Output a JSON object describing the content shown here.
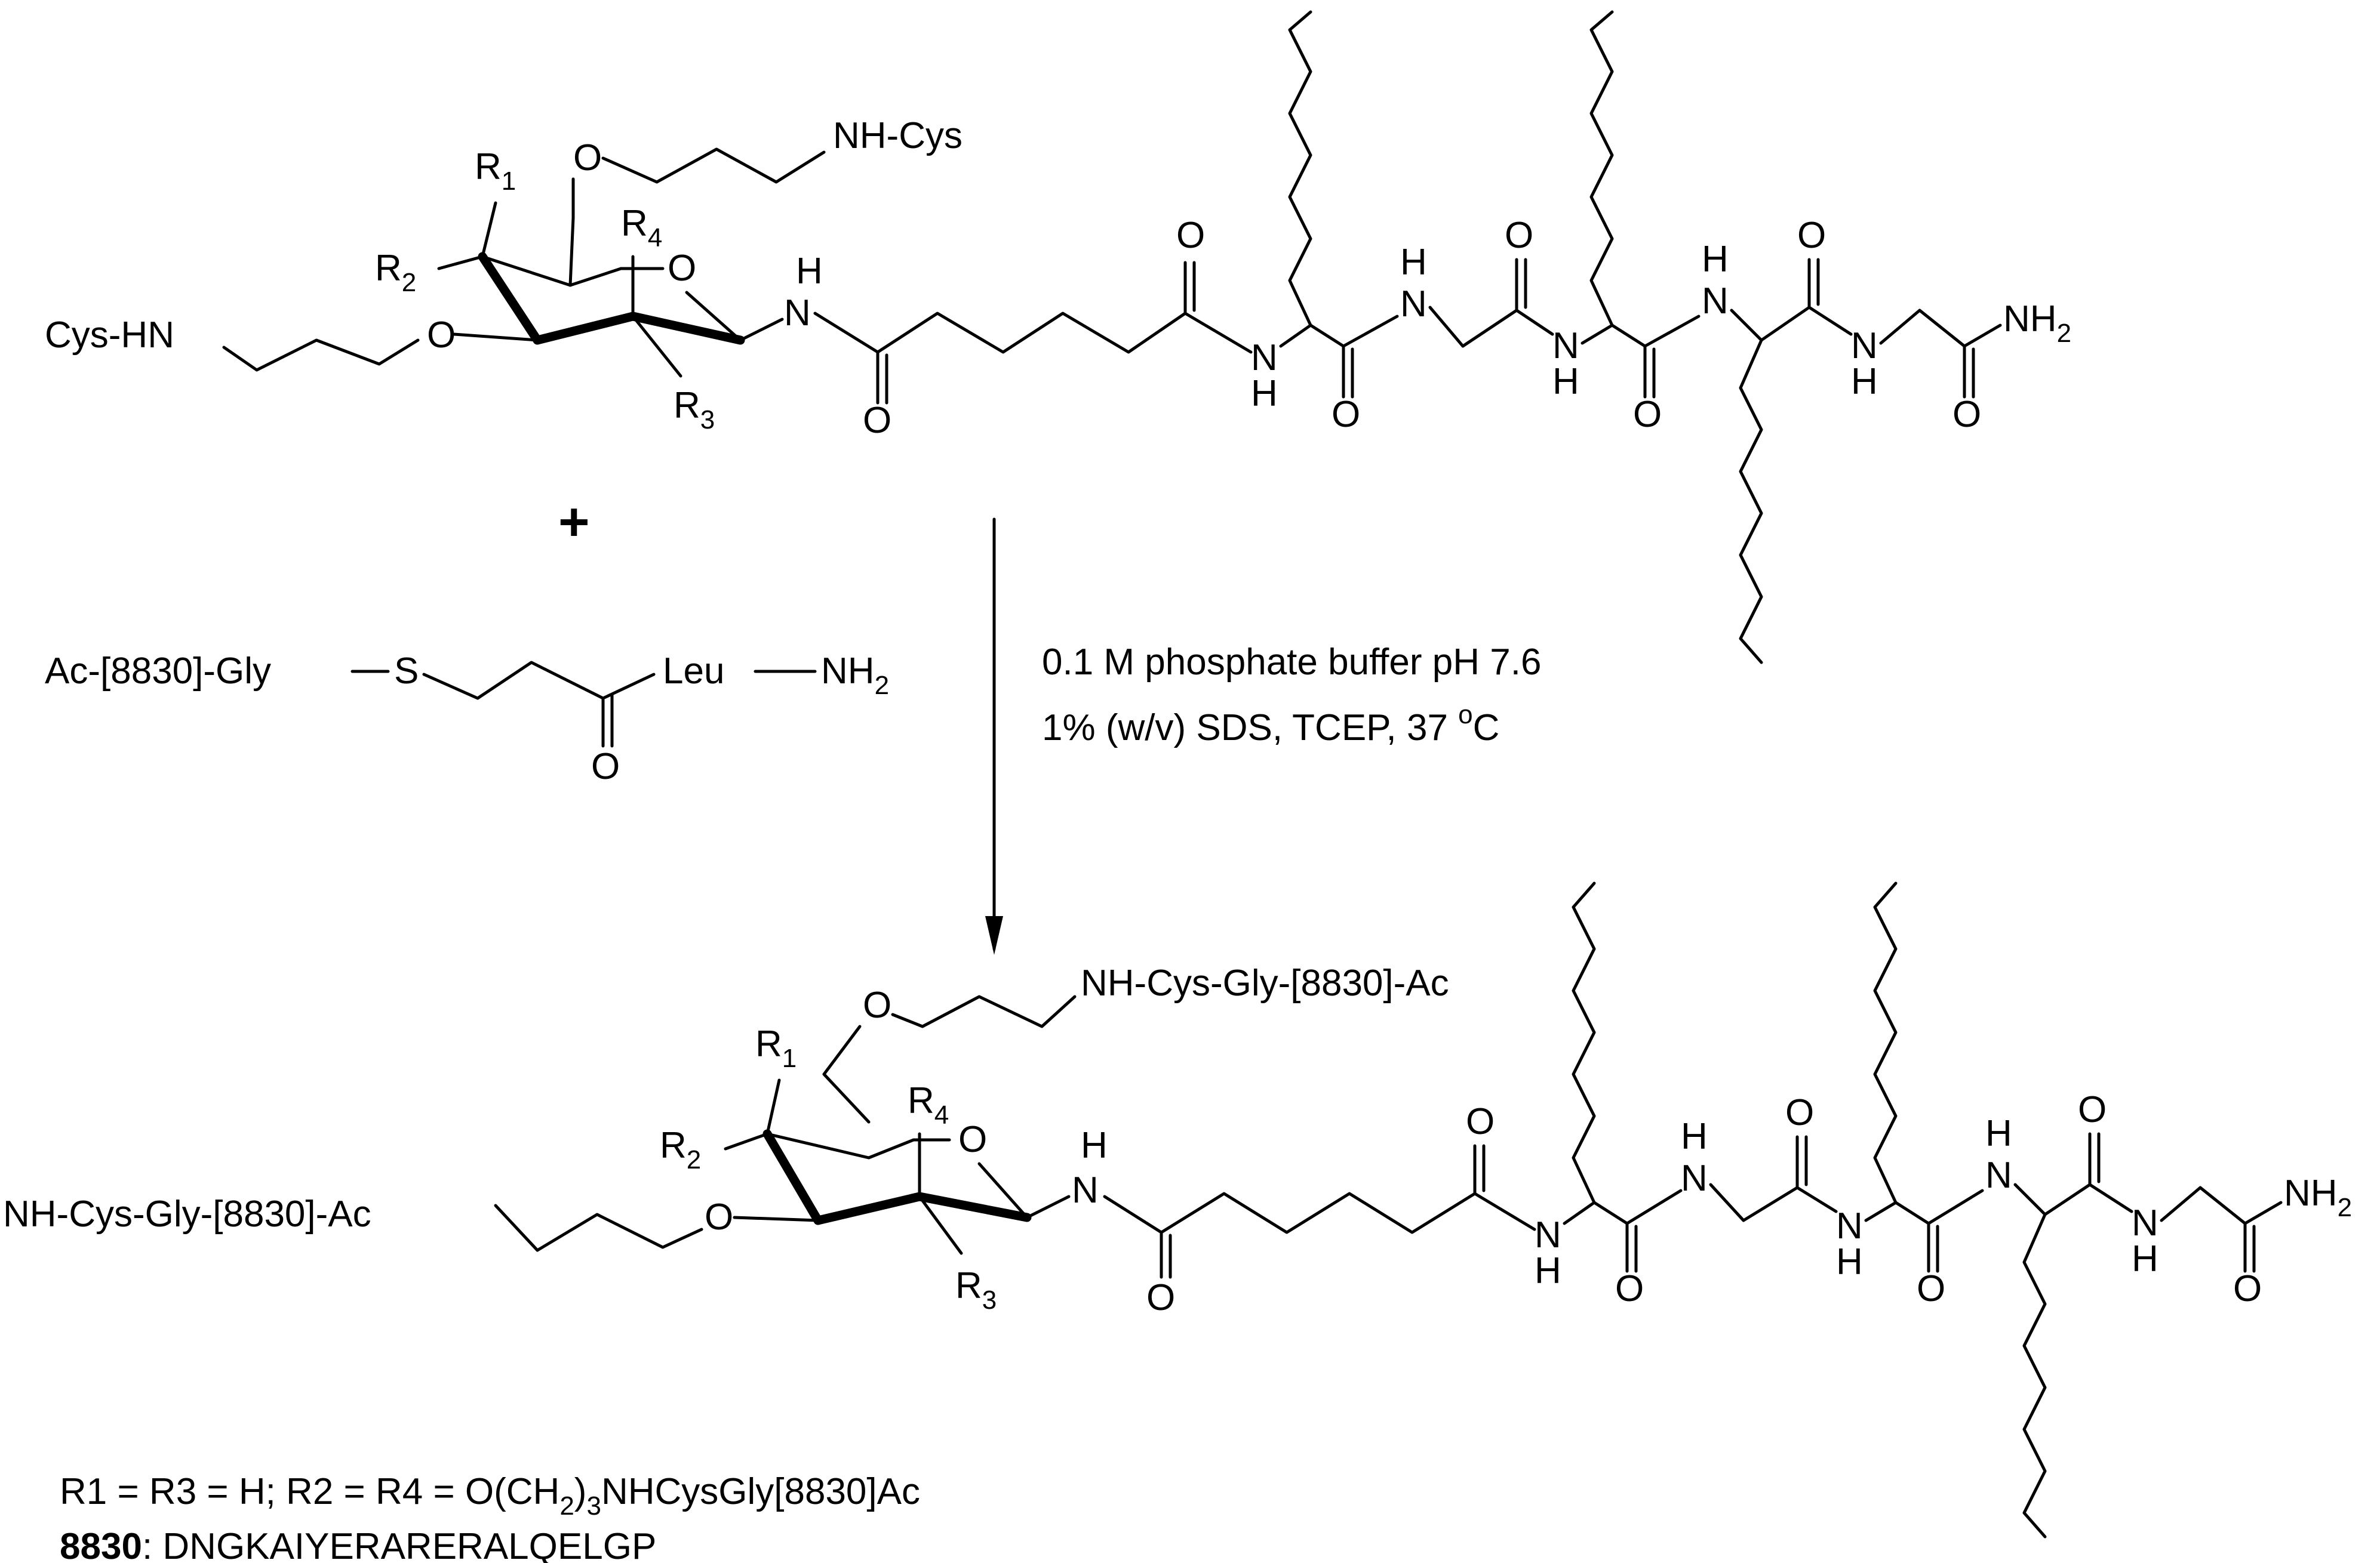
{
  "reactant_glycolipid": {
    "left_arm": "Cys-HN",
    "top_arm": "NH-Cys",
    "amide_nh": "H",
    "amide_n": "N",
    "nh2": "NH",
    "nh2_sub": "2"
  },
  "plus_sign": "+",
  "reactant_peptide": {
    "left": "Ac-[8830]-Gly",
    "sulfur": "S",
    "leu": "Leu",
    "nh2": "NH",
    "nh2_sub": "2",
    "oxygen": "O"
  },
  "conditions": {
    "line1": "0.1 M phosphate buffer pH 7.6",
    "line2_prefix": "1% (w/v) SDS, TCEP, 37 ",
    "line2_sup": "o",
    "line2_suffix": "C"
  },
  "product": {
    "left_arm": "NH-Cys-Gly-[8830]-Ac",
    "top_arm": "NH-Cys-Gly-[8830]-Ac"
  },
  "labels": {
    "R": "R",
    "r1_sub": "1",
    "r2_sub": "2",
    "r3_sub": "3",
    "r4_sub": "4",
    "O": "O",
    "N": "N",
    "H": "H"
  },
  "footnote": {
    "line1_a": "R1 = R3 = H; R2 = R4 = O(CH",
    "line1_sub1": "2",
    "line1_b": ")",
    "line1_sub2": "3",
    "line1_c": "NHCysGly[8830]Ac",
    "line2_bold": "8830",
    "line2_rest": ": DNGKAIYERARERALQELGP"
  }
}
